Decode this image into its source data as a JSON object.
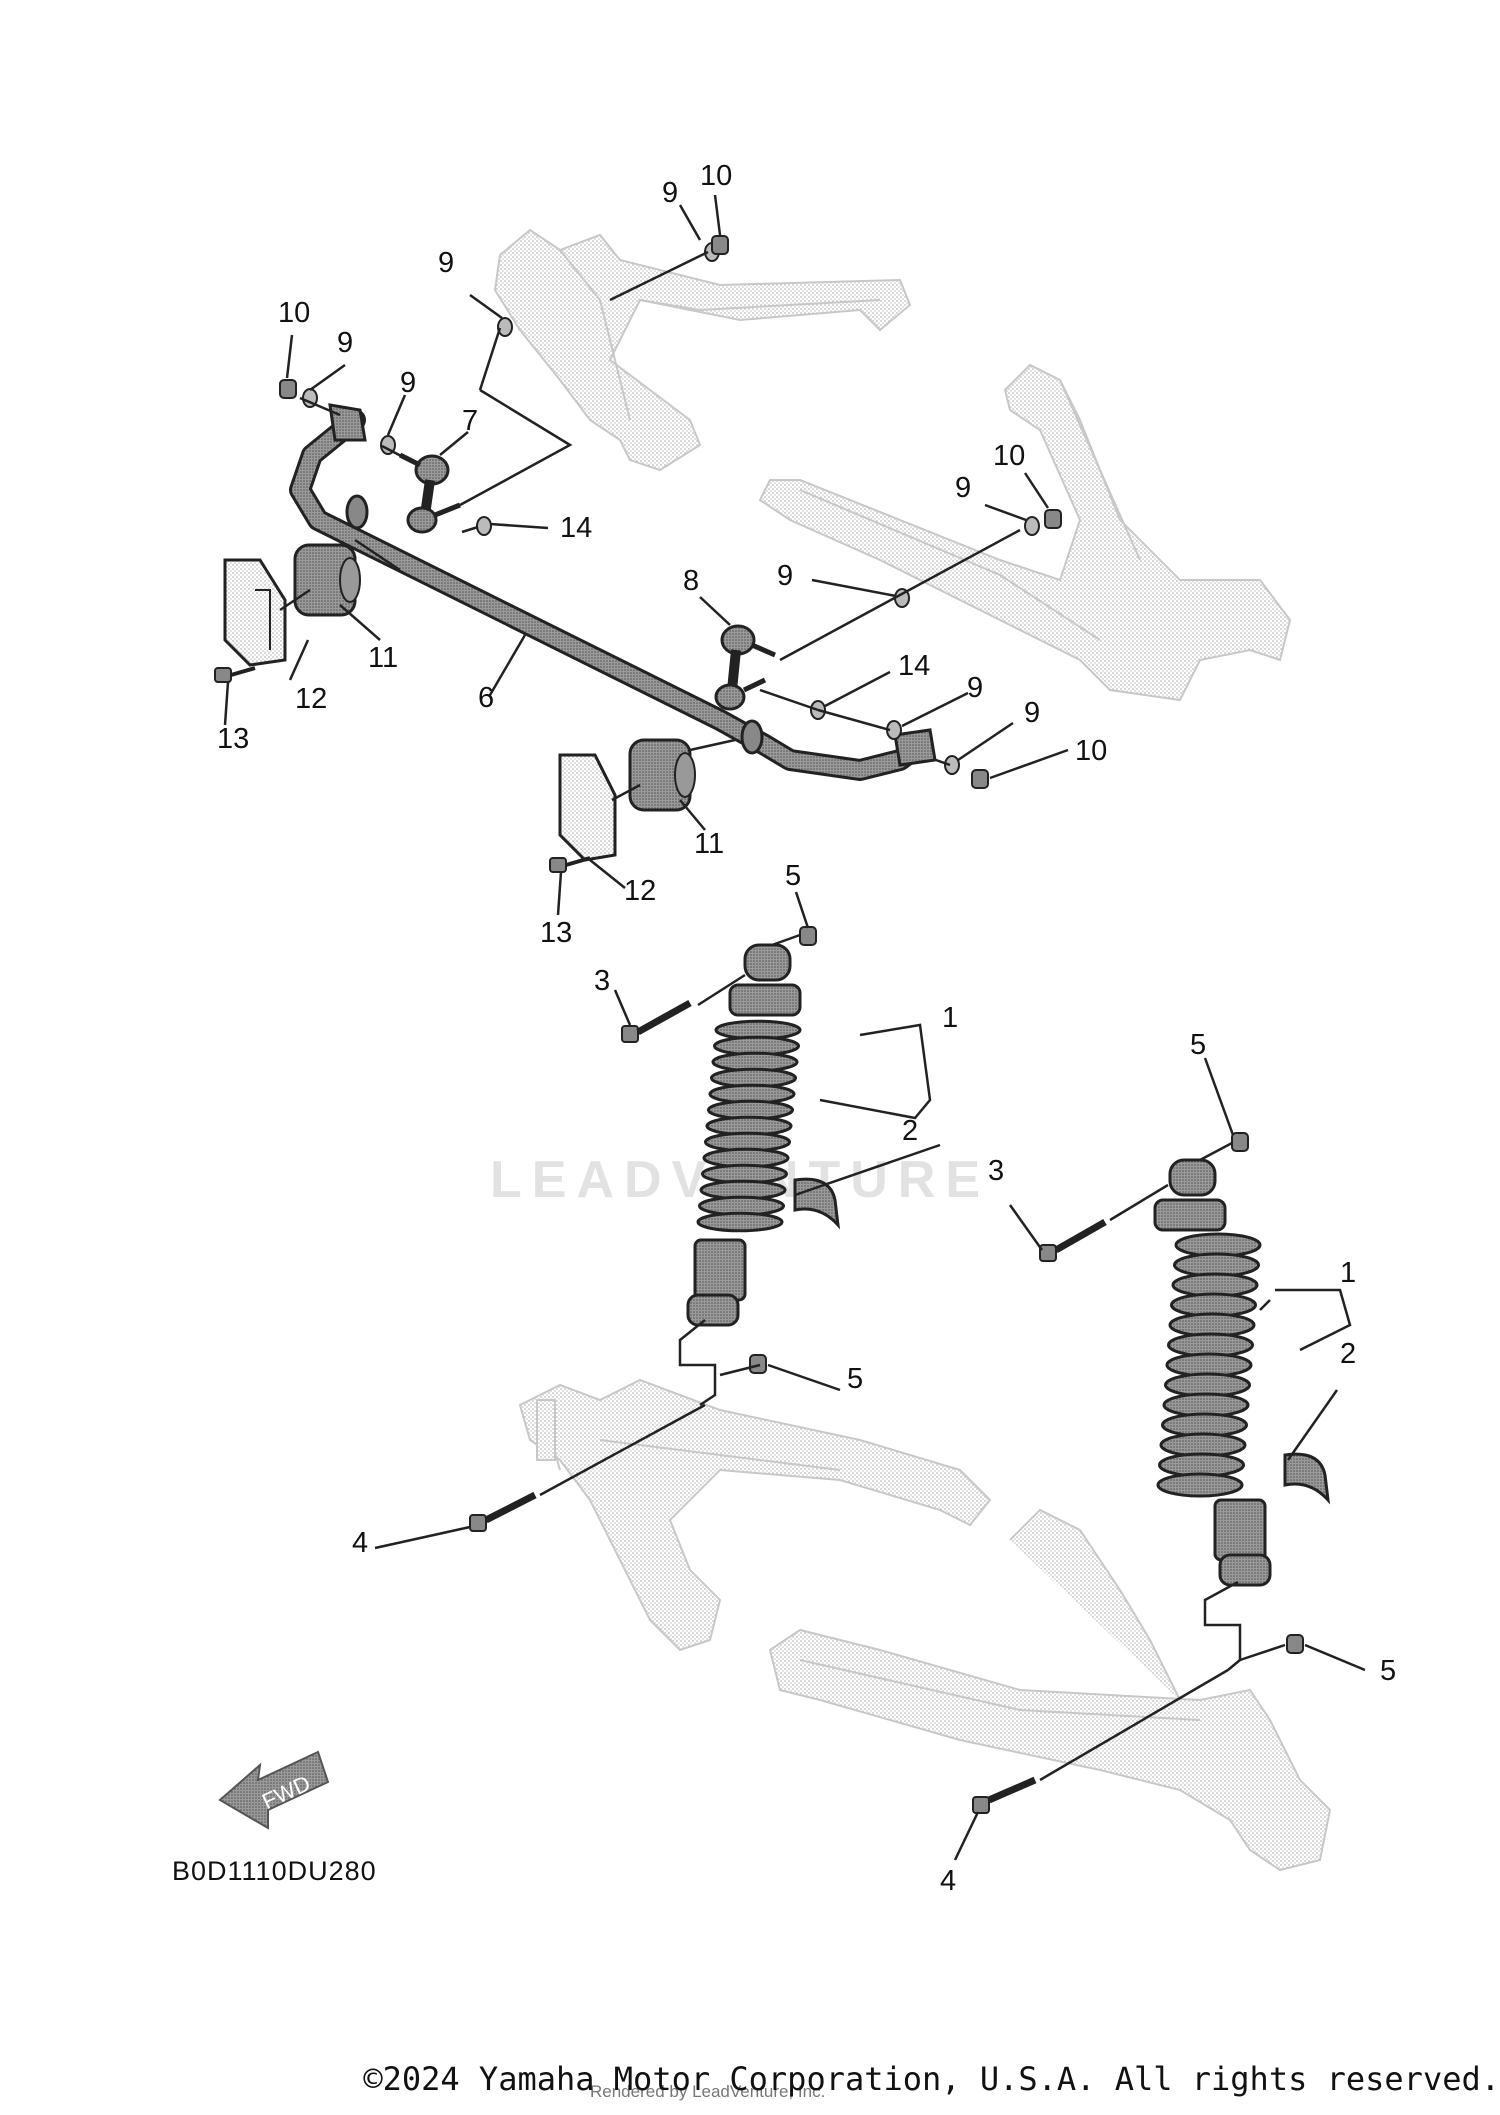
{
  "diagram": {
    "watermark": "LEADVENTURE",
    "drawing_code": "B0D1110DU280",
    "fwd_arrow_label": "FWD",
    "copyright": "©2024 Yamaha Motor Corporation, U.S.A. All rights reserved.",
    "rendered_by": "Rendered by LeadVenture, Inc.",
    "callouts": [
      {
        "id": "c1",
        "label": "9"
      },
      {
        "id": "c2",
        "label": "10"
      },
      {
        "id": "c3",
        "label": "10"
      },
      {
        "id": "c4",
        "label": "9"
      },
      {
        "id": "c5",
        "label": "9"
      },
      {
        "id": "c6",
        "label": "9"
      },
      {
        "id": "c7",
        "label": "7"
      },
      {
        "id": "c8",
        "label": "14"
      },
      {
        "id": "c9",
        "label": "10"
      },
      {
        "id": "c10",
        "label": "9"
      },
      {
        "id": "c11",
        "label": "9"
      },
      {
        "id": "c12",
        "label": "8"
      },
      {
        "id": "c13",
        "label": "14"
      },
      {
        "id": "c14",
        "label": "9"
      },
      {
        "id": "c15",
        "label": "9"
      },
      {
        "id": "c16",
        "label": "10"
      },
      {
        "id": "c17",
        "label": "11"
      },
      {
        "id": "c18",
        "label": "12"
      },
      {
        "id": "c19",
        "label": "13"
      },
      {
        "id": "c20",
        "label": "6"
      },
      {
        "id": "c21",
        "label": "11"
      },
      {
        "id": "c22",
        "label": "12"
      },
      {
        "id": "c23",
        "label": "13"
      },
      {
        "id": "c24",
        "label": "5"
      },
      {
        "id": "c25",
        "label": "3"
      },
      {
        "id": "c26",
        "label": "1"
      },
      {
        "id": "c27",
        "label": "2"
      },
      {
        "id": "c28",
        "label": "5"
      },
      {
        "id": "c29",
        "label": "3"
      },
      {
        "id": "c30",
        "label": "5"
      },
      {
        "id": "c31",
        "label": "1"
      },
      {
        "id": "c32",
        "label": "2"
      },
      {
        "id": "c33",
        "label": "4"
      },
      {
        "id": "c34",
        "label": "5"
      },
      {
        "id": "c35",
        "label": "4"
      }
    ]
  }
}
